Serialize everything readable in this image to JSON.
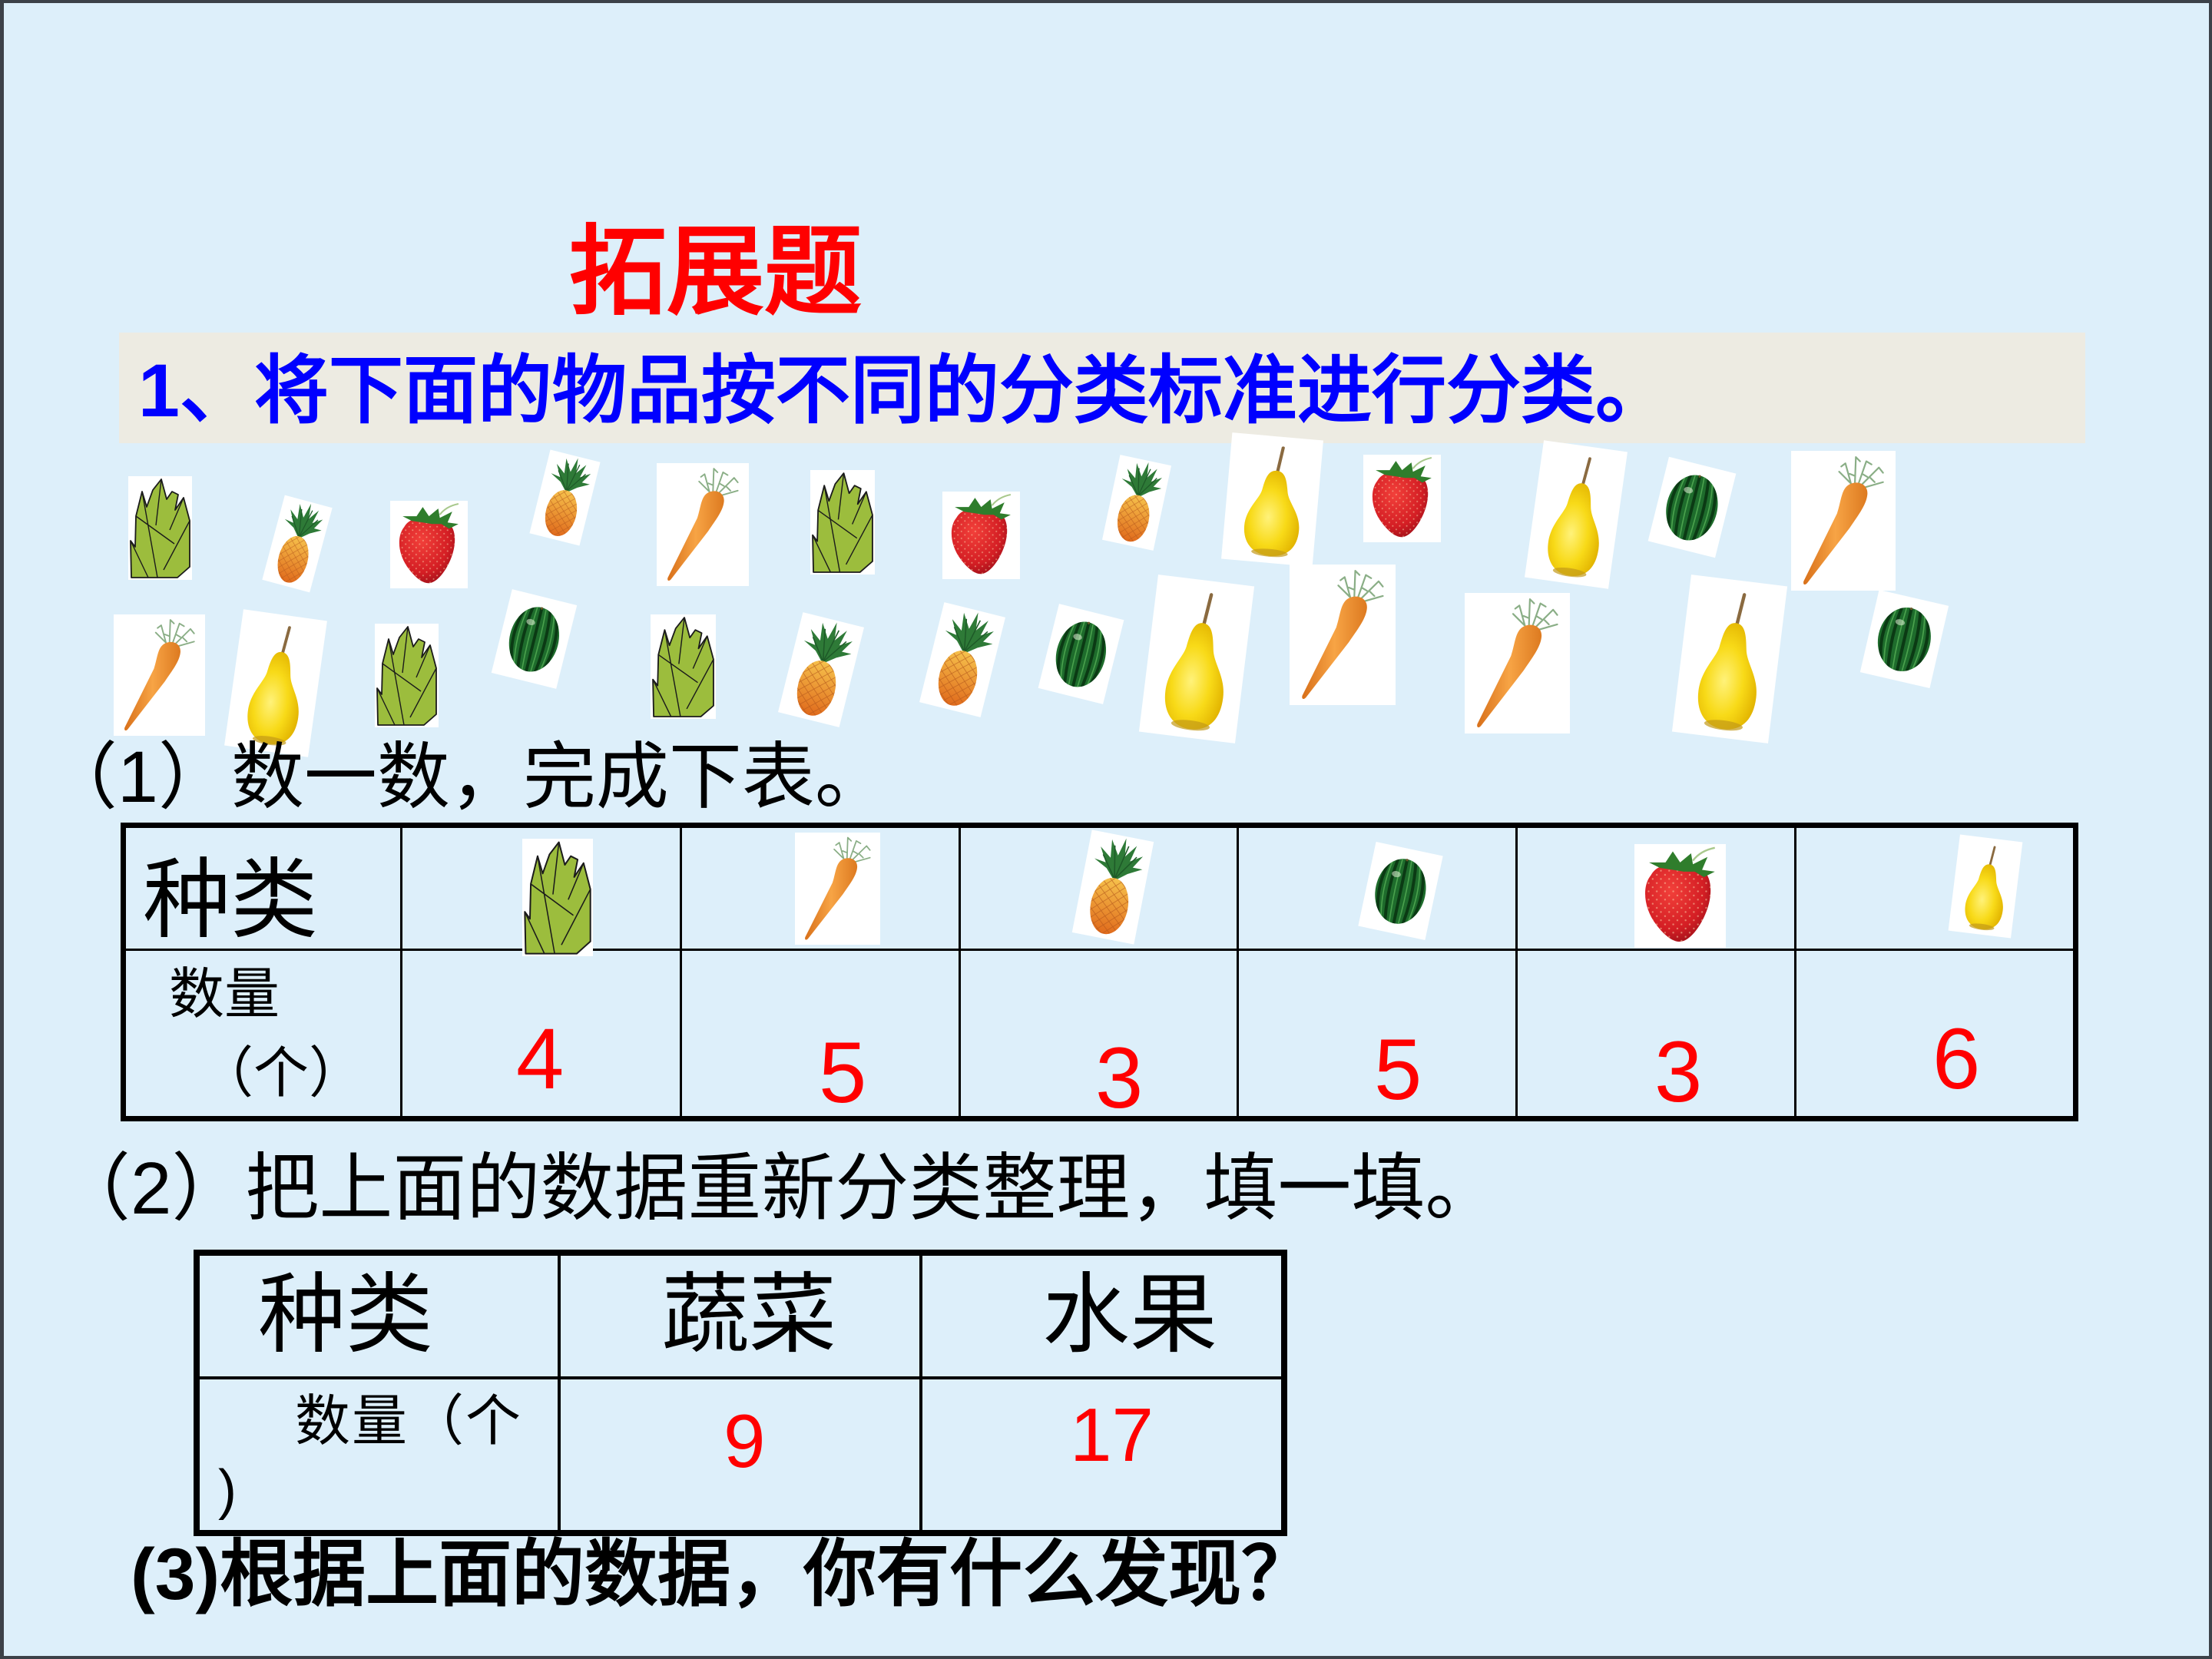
{
  "slide": {
    "title": "拓展题",
    "instruction": "1、将下面的物品按不同的分类标准进行分类。"
  },
  "items": {
    "row1": [
      {
        "type": "bamboo-shoot",
        "icon_href": "#icon-bamboo-shoot"
      },
      {
        "type": "pineapple",
        "icon_href": "#icon-pineapple"
      },
      {
        "type": "strawberry",
        "icon_href": "#icon-strawberry"
      },
      {
        "type": "pineapple",
        "icon_href": "#icon-pineapple"
      },
      {
        "type": "carrot",
        "icon_href": "#icon-carrot"
      },
      {
        "type": "bamboo-shoot",
        "icon_href": "#icon-bamboo-shoot"
      },
      {
        "type": "strawberry",
        "icon_href": "#icon-strawberry"
      },
      {
        "type": "pineapple",
        "icon_href": "#icon-pineapple"
      },
      {
        "type": "pear",
        "icon_href": "#icon-pear"
      },
      {
        "type": "strawberry",
        "icon_href": "#icon-strawberry"
      },
      {
        "type": "pear",
        "icon_href": "#icon-pear"
      },
      {
        "type": "watermelon",
        "icon_href": "#icon-watermelon"
      },
      {
        "type": "carrot",
        "icon_href": "#icon-carrot"
      }
    ],
    "row2": [
      {
        "type": "carrot",
        "icon_href": "#icon-carrot"
      },
      {
        "type": "pear",
        "icon_href": "#icon-pear"
      },
      {
        "type": "bamboo-shoot",
        "icon_href": "#icon-bamboo-shoot"
      },
      {
        "type": "watermelon",
        "icon_href": "#icon-watermelon"
      },
      {
        "type": "bamboo-shoot",
        "icon_href": "#icon-bamboo-shoot"
      },
      {
        "type": "pineapple",
        "icon_href": "#icon-pineapple"
      },
      {
        "type": "pineapple",
        "icon_href": "#icon-pineapple"
      },
      {
        "type": "watermelon",
        "icon_href": "#icon-watermelon"
      },
      {
        "type": "pear",
        "icon_href": "#icon-pear"
      },
      {
        "type": "carrot",
        "icon_href": "#icon-carrot"
      },
      {
        "type": "carrot",
        "icon_href": "#icon-carrot"
      },
      {
        "type": "pear",
        "icon_href": "#icon-pear"
      },
      {
        "type": "watermelon",
        "icon_href": "#icon-watermelon"
      }
    ]
  },
  "part1": {
    "prompt": "（1）数一数，完成下表。",
    "table": {
      "row_header": "种类",
      "quantity_label": "数量",
      "unit_label": "（个）",
      "columns": [
        {
          "type": "bamboo-shoot",
          "icon_href": "#icon-bamboo-shoot",
          "count": "4"
        },
        {
          "type": "carrot",
          "icon_href": "#icon-carrot",
          "count": "5"
        },
        {
          "type": "pineapple",
          "icon_href": "#icon-pineapple",
          "count": "3"
        },
        {
          "type": "watermelon",
          "icon_href": "#icon-watermelon",
          "count": "5"
        },
        {
          "type": "strawberry",
          "icon_href": "#icon-strawberry",
          "count": "3"
        },
        {
          "type": "pear",
          "icon_href": "#icon-pear",
          "count": "6"
        }
      ]
    }
  },
  "part2": {
    "prompt": "（2）把上面的数据重新分类整理，填一填。",
    "table": {
      "row_header": "种类",
      "quantity_label_lines": [
        "数量（个",
        ")"
      ],
      "columns": [
        {
          "label": "蔬菜",
          "count": "9"
        },
        {
          "label": "水果",
          "count": "17"
        }
      ]
    }
  },
  "part3": {
    "prompt": "(3)根据上面的数据，你有什么发现？"
  },
  "colors": {
    "background": "#DDEFFA",
    "instruction_band": "#EDEBE2",
    "title": "#FF0000",
    "instruction_text": "#0000FF",
    "answers": "#FF0000",
    "frame": "#3C4148"
  }
}
